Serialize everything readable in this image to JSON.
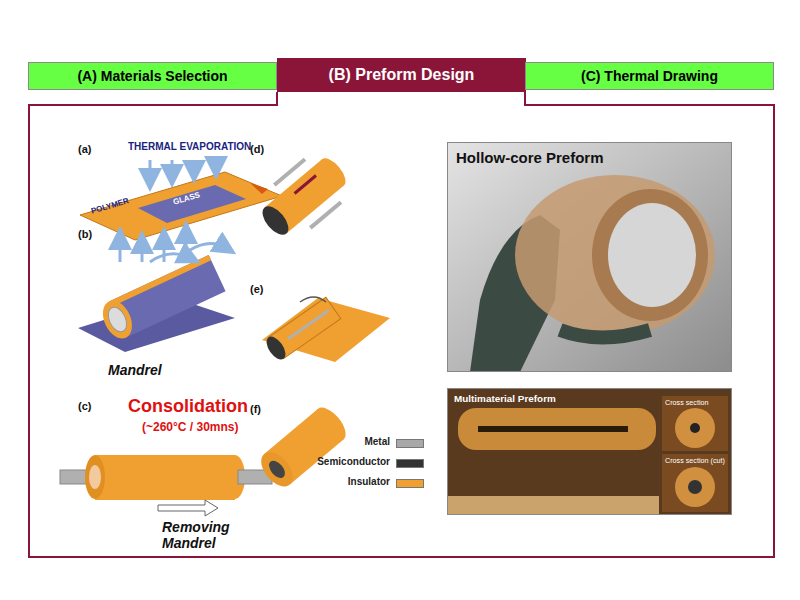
{
  "diagram": {
    "nodes": [
      {
        "text": [
          "(A) Materials Selection"
        ]
      },
      {
        "text": [
          "(B) Preform Design"
        ]
      },
      {
        "text": [
          "(C) Thermal Drawing"
        ]
      },
      {
        "text": [
          "Hollow-core Preform"
        ]
      },
      {
        "text": [
          "Multimaterial Preform"
        ]
      },
      {
        "text": [
          "Cross section"
        ],
        "in": 4
      },
      {
        "text": [
          "Cross section (cut)"
        ],
        "in": 4
      }
    ],
    "labels": [
      "(a)",
      "THERMAL EVAPORATION",
      "POLYMER",
      "GLASS",
      "(b)",
      "Mandrel",
      "(c)",
      "Consolidation",
      "(~260°C / 30mns)",
      "Removing Mandrel",
      "(d)",
      "(e)",
      "(f)"
    ],
    "legend": [
      {
        "text": "Metal",
        "color": "#a8a8a8"
      },
      {
        "text": "Semiconductor",
        "color": "#333333"
      },
      {
        "text": "Insulator",
        "color": "#f0a030"
      }
    ]
  }
}
